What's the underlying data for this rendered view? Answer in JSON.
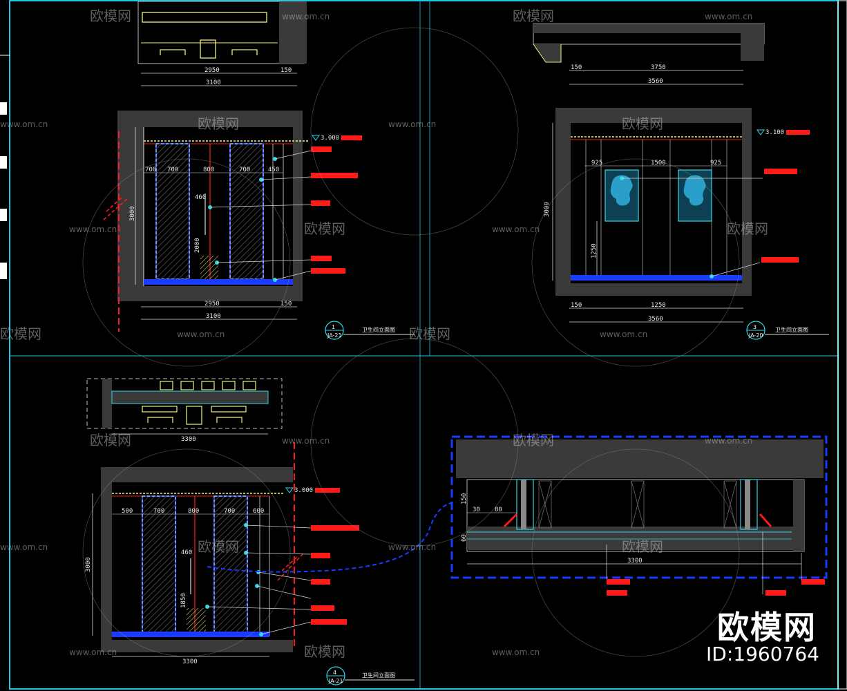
{
  "watermark": {
    "brand": "欧模网",
    "site": "www.om.cn"
  },
  "logo": {
    "text": "欧模网",
    "id": "ID:1960764"
  },
  "panels": {
    "tl": {
      "top_dims": [
        "2950",
        "150"
      ],
      "top_total": "3100",
      "ceiling_level": "3.000",
      "inner_dims": [
        "700",
        "700",
        "800",
        "700",
        "450"
      ],
      "door_dims": [
        "460",
        "2000"
      ],
      "height": "3000",
      "bottom_dims": [
        "2950",
        "150"
      ],
      "bottom_total": "3100",
      "label_num": "1",
      "label_sheet": "JA-21",
      "label_title": "卫生间立面图"
    },
    "tr": {
      "top_dims": [
        "150",
        "3750"
      ],
      "top_total": "3560",
      "ceiling_level": "3.100",
      "inner_dims": [
        "925",
        "1500",
        "925"
      ],
      "height": "3000",
      "mirror_height": "1250",
      "bottom_dims": [
        "150",
        "1250"
      ],
      "bottom_total": "3560",
      "label_num": "3",
      "label_sheet": "JA-20",
      "label_title": "卫生间立面图"
    },
    "bl": {
      "top_total": "3300",
      "ceiling_level": "3.000",
      "inner_dims": [
        "500",
        "700",
        "800",
        "700",
        "600"
      ],
      "door_dims": [
        "460",
        "1850"
      ],
      "height": "3000",
      "bottom_total": "3300",
      "label_num": "4",
      "label_sheet": "JA-21",
      "label_title": "卫生间立面图"
    },
    "br": {
      "dims": [
        "30",
        "80",
        "60",
        "150"
      ],
      "total": "3300"
    }
  },
  "colors": {
    "frame": "#1ec8e6",
    "wall": "#3a3a3a",
    "yellow": "#f2f27a",
    "red": "#ff1a1a",
    "blue": "#1a3cff",
    "cyan": "#2fd9e6",
    "white": "#e8e8e8"
  }
}
